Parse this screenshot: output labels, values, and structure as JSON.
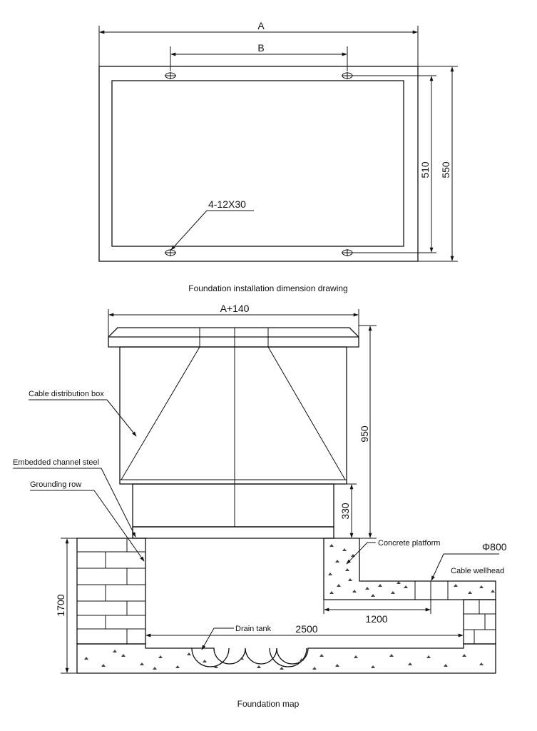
{
  "top_drawing": {
    "dim_a": "A",
    "dim_b": "B",
    "dim_510": "510",
    "dim_550": "550",
    "hole_spec": "4-12X30",
    "caption": "Foundation installation dimension drawing"
  },
  "bottom_drawing": {
    "dim_width": "A+140",
    "dim_950": "950",
    "dim_330": "330",
    "dim_1700": "1700",
    "dim_1200": "1200",
    "dim_2500": "2500",
    "dim_diameter": "Φ800",
    "labels": {
      "cable_box": "Cable distribution box",
      "channel_steel": "Embedded channel steel",
      "grounding_row": "Grounding row",
      "concrete_platform": "Concrete platform",
      "cable_wellhead": "Cable wellhead",
      "drain_tank": "Drain tank"
    },
    "caption": "Foundation map"
  }
}
